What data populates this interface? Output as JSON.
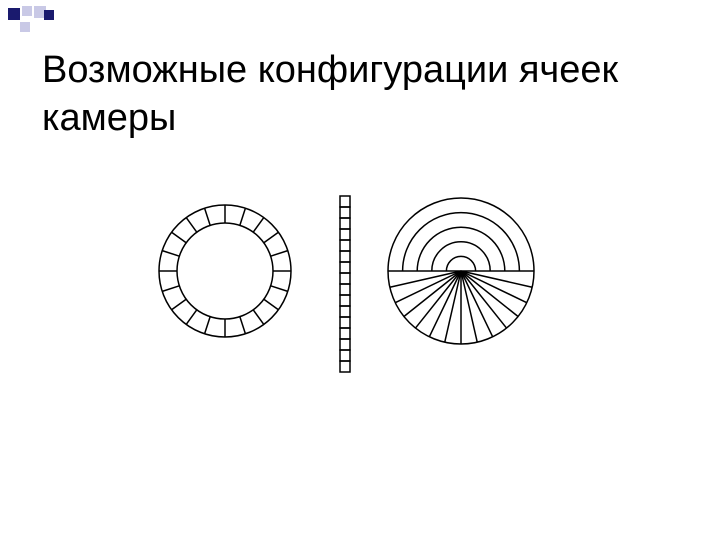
{
  "slide": {
    "title_line1": "Возможные конфигурации ячеек",
    "title_line2": "камеры"
  },
  "colors": {
    "deco_dark": "#1a1a6e",
    "deco_light": "#c9c9e6",
    "line": "#000000",
    "background": "#ffffff"
  },
  "decoration": {
    "icon": "corner-squares-icon"
  },
  "diagrams": [
    {
      "name": "ring-segments-diagram",
      "segments": 20
    },
    {
      "name": "linear-strip-diagram",
      "cells": 16
    },
    {
      "name": "semicircle-sectors-diagram",
      "arcs": 4,
      "sectors": 14
    }
  ]
}
